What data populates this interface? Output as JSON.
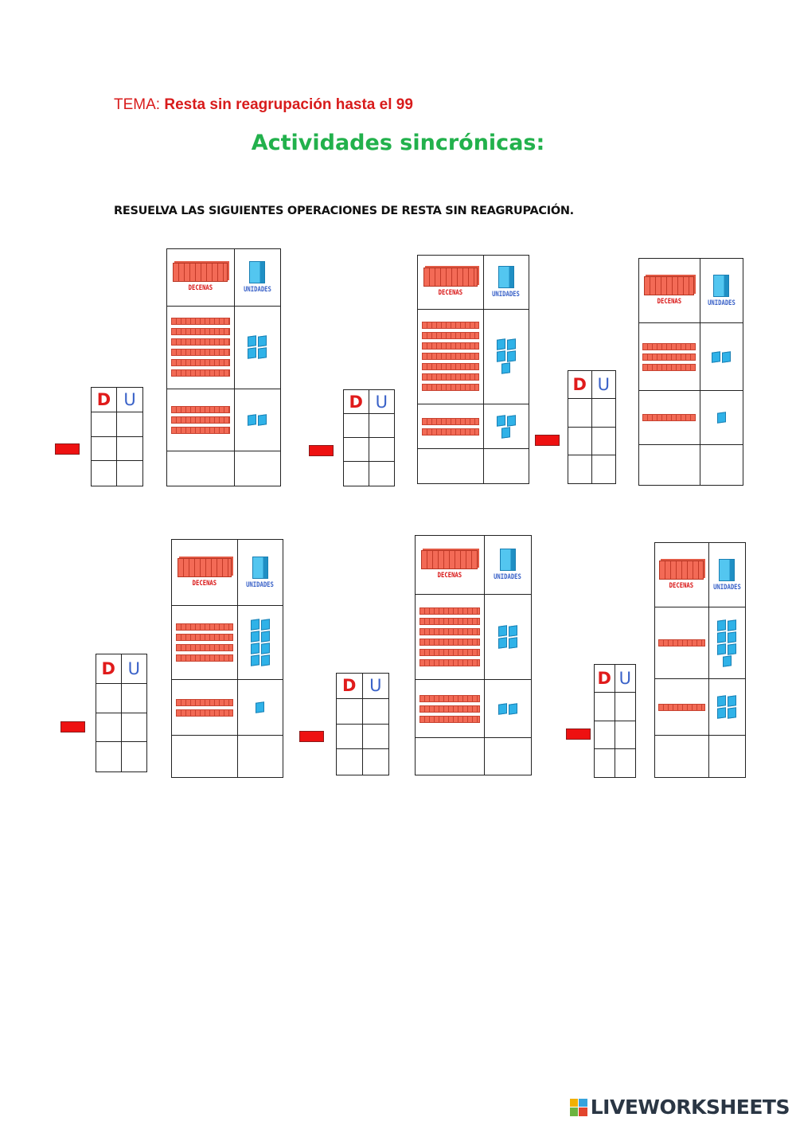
{
  "header": {
    "tema_prefix": "TEMA:",
    "tema_topic": "Resta sin reagrupación hasta el 99",
    "subtitle": "Actividades sincrónicas:",
    "instructions": "RESUELVA LAS SIGUIENTES OPERACIONES DE RESTA SIN REAGRUPACIÓN."
  },
  "labels": {
    "decenas": "DECENAS",
    "unidades": "UNIDADES",
    "d": "D",
    "u": "U"
  },
  "exercises": [
    {
      "minuend": {
        "tens": 6,
        "units": 4
      },
      "subtrahend": {
        "tens": 3,
        "units": 2
      }
    },
    {
      "minuend": {
        "tens": 7,
        "units": 5
      },
      "subtrahend": {
        "tens": 2,
        "units": 3
      }
    },
    {
      "minuend": {
        "tens": 3,
        "units": 2
      },
      "subtrahend": {
        "tens": 1,
        "units": 1
      }
    },
    {
      "minuend": {
        "tens": 4,
        "units": 8
      },
      "subtrahend": {
        "tens": 2,
        "units": 1
      }
    },
    {
      "minuend": {
        "tens": 6,
        "units": 4
      },
      "subtrahend": {
        "tens": 3,
        "units": 2
      }
    },
    {
      "minuend": {
        "tens": 1,
        "units": 7
      },
      "subtrahend": {
        "tens": 1,
        "units": 4
      }
    }
  ],
  "colors": {
    "tema": "#d81b1b",
    "subtitle": "#22b14c",
    "minus_sign": "#ee1111",
    "tens_block": "#f26a55",
    "unit_cube": "#2fb2e8"
  },
  "footer": {
    "brand": "LIVEWORKSHEETS"
  }
}
